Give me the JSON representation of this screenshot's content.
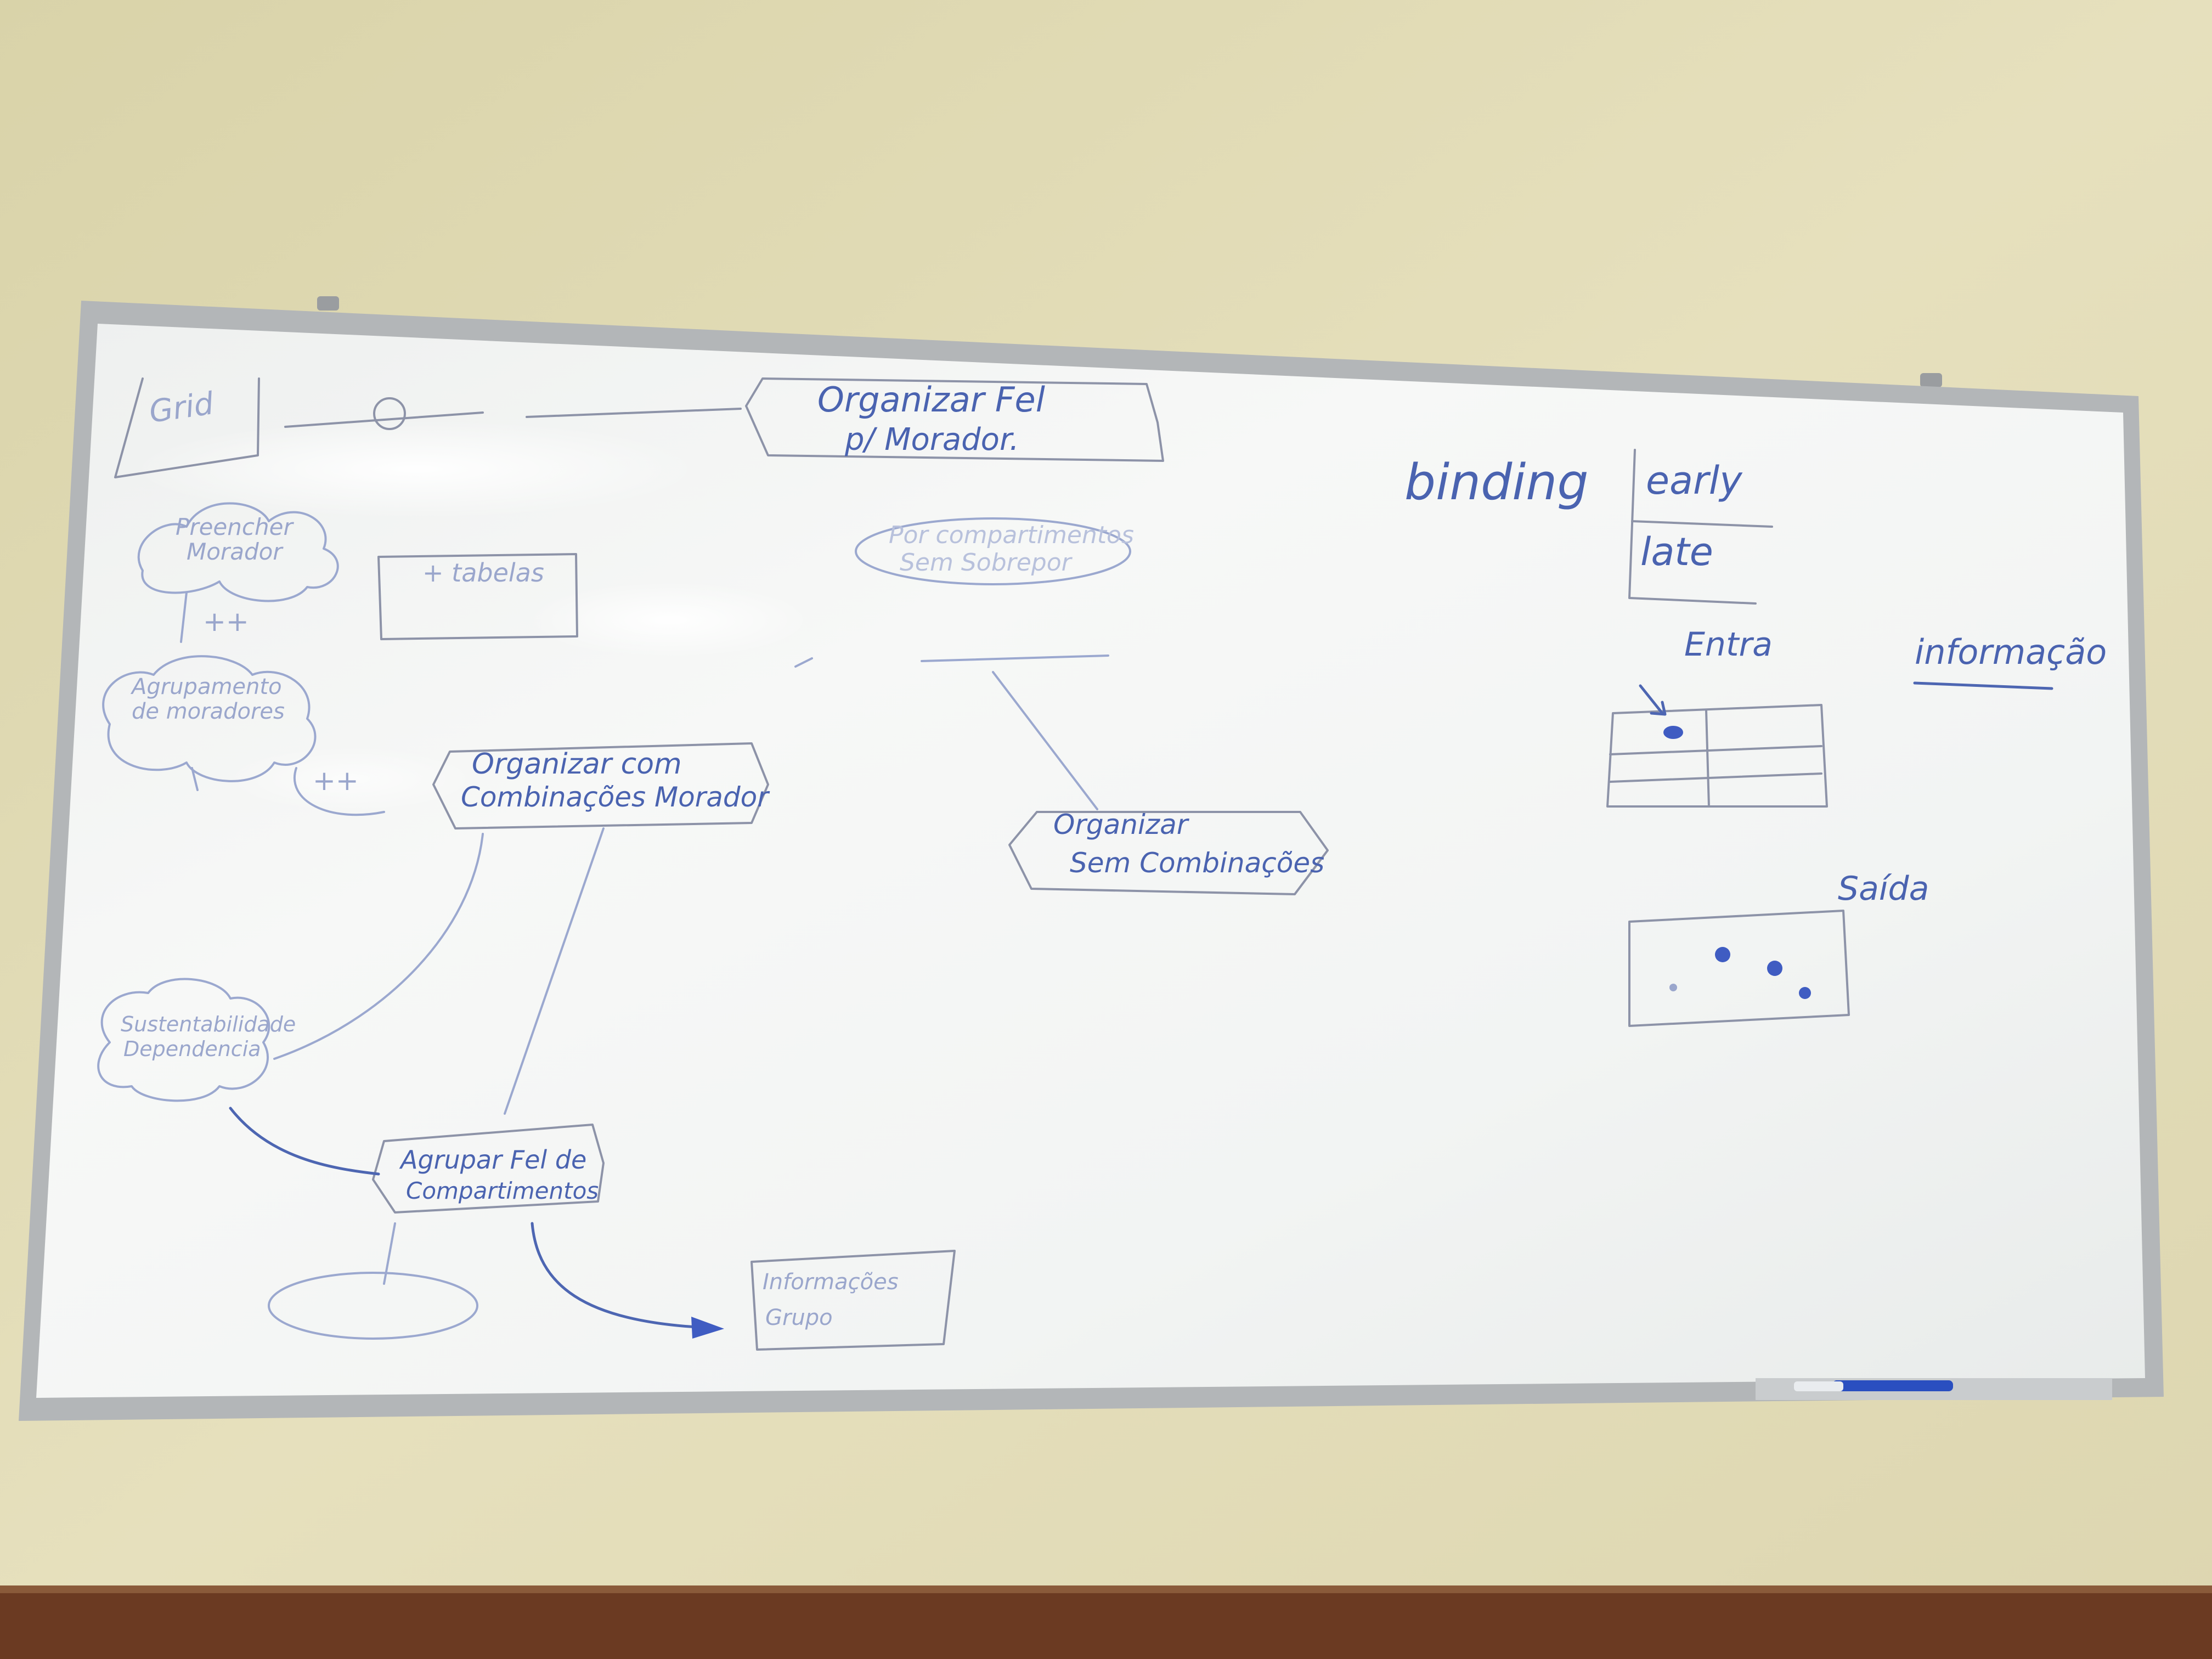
{
  "whiteboard": {
    "title_node": {
      "line1": "Organizar Fel",
      "line2": "p/ Morador."
    },
    "top_faint_node": {
      "line1": "Por compartimentos",
      "line2": "Sem Sobrepor"
    },
    "cloud_top_left": {
      "line1": "Preencher",
      "line2": "Morador"
    },
    "cloud_middle_left": {
      "line1": "Agrupamento",
      "line2": "de moradores"
    },
    "cloud_bottom_left": {
      "line1": "Sustentabilidade",
      "line2": "Dependencia"
    },
    "box_tabelas": "+ tabelas",
    "node_com_combinacoes": {
      "line1": "Organizar com",
      "line2": "Combinações Morador"
    },
    "node_sem_combinacoes": {
      "line1": "Organizar",
      "line2": "Sem Combinações"
    },
    "node_agrupar": {
      "line1": "Agrupar Fel de",
      "line2": "Compartimentos"
    },
    "box_informacoes": {
      "line1": "Informações",
      "line2": "Grupo"
    },
    "plus_marks": [
      "++",
      "++"
    ],
    "top_left_label": "Grid",
    "right_panel": {
      "binding": "binding",
      "early": "early",
      "late": "late",
      "entra": "Entra",
      "informacao": "informação",
      "saida": "Saída"
    }
  },
  "colors": {
    "wall": "#e4deb8",
    "board": "#f4f6f5",
    "frame": "#a9acae",
    "marker_ink": "#4a63b0",
    "floor_trim": "#6b3a22"
  }
}
